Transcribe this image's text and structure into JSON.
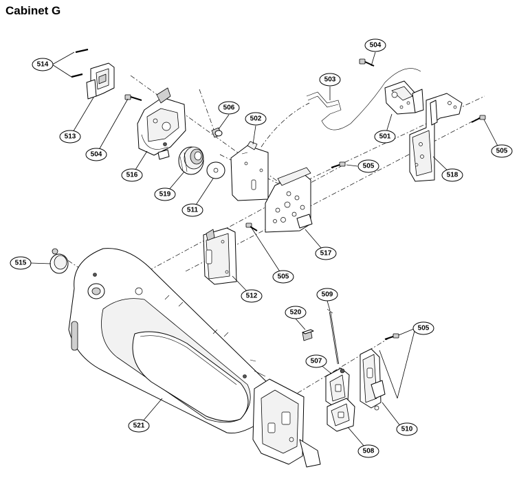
{
  "title": "Cabinet G",
  "callouts": [
    {
      "id": "c514",
      "label": "514"
    },
    {
      "id": "c513",
      "label": "513"
    },
    {
      "id": "c504a",
      "label": "504"
    },
    {
      "id": "c516",
      "label": "516"
    },
    {
      "id": "c519",
      "label": "519"
    },
    {
      "id": "c511",
      "label": "511"
    },
    {
      "id": "c506",
      "label": "506"
    },
    {
      "id": "c502",
      "label": "502"
    },
    {
      "id": "c503",
      "label": "503"
    },
    {
      "id": "c504b",
      "label": "504"
    },
    {
      "id": "c501",
      "label": "501"
    },
    {
      "id": "c505a",
      "label": "505"
    },
    {
      "id": "c518",
      "label": "518"
    },
    {
      "id": "c505b",
      "label": "505"
    },
    {
      "id": "c517",
      "label": "517"
    },
    {
      "id": "c505c",
      "label": "505"
    },
    {
      "id": "c512",
      "label": "512"
    },
    {
      "id": "c515",
      "label": "515"
    },
    {
      "id": "c509",
      "label": "509"
    },
    {
      "id": "c520",
      "label": "520"
    },
    {
      "id": "c505d",
      "label": "505"
    },
    {
      "id": "c507",
      "label": "507"
    },
    {
      "id": "c510",
      "label": "510"
    },
    {
      "id": "c521",
      "label": "521"
    },
    {
      "id": "c508",
      "label": "508"
    }
  ]
}
